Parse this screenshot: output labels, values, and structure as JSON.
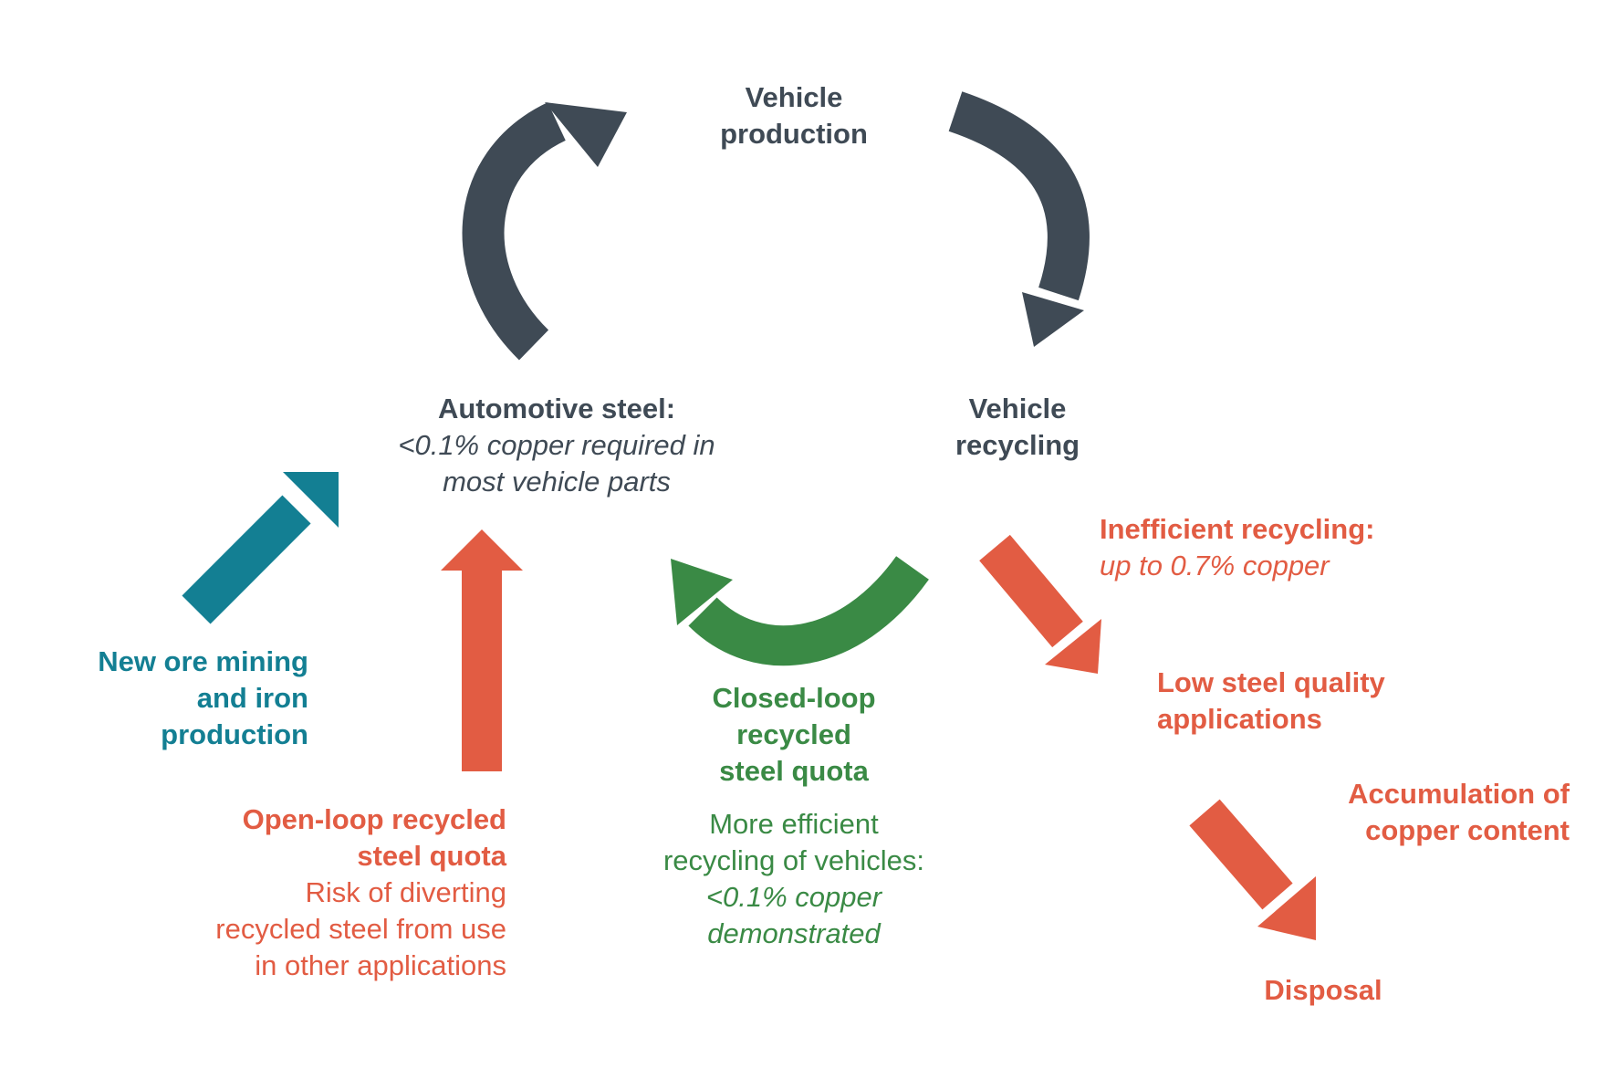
{
  "colors": {
    "dark": "#3f4a55",
    "red": "#e25c43",
    "green": "#3a8a45",
    "teal": "#137f93"
  },
  "labels": {
    "vehicle_production": [
      "Vehicle",
      "production"
    ],
    "vehicle_recycling": [
      "Vehicle",
      "recycling"
    ],
    "automotive_steel": {
      "title": "Automotive steel:",
      "detail": [
        "<0.1% copper required in",
        "most vehicle parts"
      ]
    },
    "inefficient_recycling": {
      "title": "Inefficient recycling:",
      "detail": "up to 0.7% copper"
    },
    "low_quality": [
      "Low steel quality",
      "applications"
    ],
    "accumulation": [
      "Accumulation of",
      "copper content"
    ],
    "disposal": "Disposal",
    "new_ore": [
      "New ore mining",
      "and iron",
      "production"
    ],
    "open_loop": {
      "title": [
        "Open-loop recycled",
        "steel quota"
      ],
      "detail": [
        "Risk of diverting",
        "recycled steel from use",
        "in other applications"
      ]
    },
    "closed_loop": {
      "title": [
        "Closed-loop",
        "recycled",
        "steel quota"
      ],
      "detail_plain": [
        "More efficient",
        "recycling of vehicles:"
      ],
      "detail_italic": [
        "<0.1% copper",
        "demonstrated"
      ]
    }
  },
  "arrows": [
    {
      "name": "arrow-steel-to-production",
      "color": "dark",
      "from": "automotive_steel",
      "to": "vehicle_production"
    },
    {
      "name": "arrow-production-to-recycling",
      "color": "dark",
      "from": "vehicle_production",
      "to": "vehicle_recycling"
    },
    {
      "name": "arrow-closed-loop",
      "color": "green",
      "from": "vehicle_recycling",
      "to": "automotive_steel"
    },
    {
      "name": "arrow-inefficient-recycling",
      "color": "red",
      "from": "vehicle_recycling",
      "to": "low_quality"
    },
    {
      "name": "arrow-to-disposal",
      "color": "red",
      "from": "low_quality",
      "to": "disposal"
    },
    {
      "name": "arrow-open-loop",
      "color": "red",
      "from": "open_loop",
      "to": "automotive_steel"
    },
    {
      "name": "arrow-new-ore",
      "color": "teal",
      "from": "new_ore",
      "to": "automotive_steel"
    }
  ]
}
